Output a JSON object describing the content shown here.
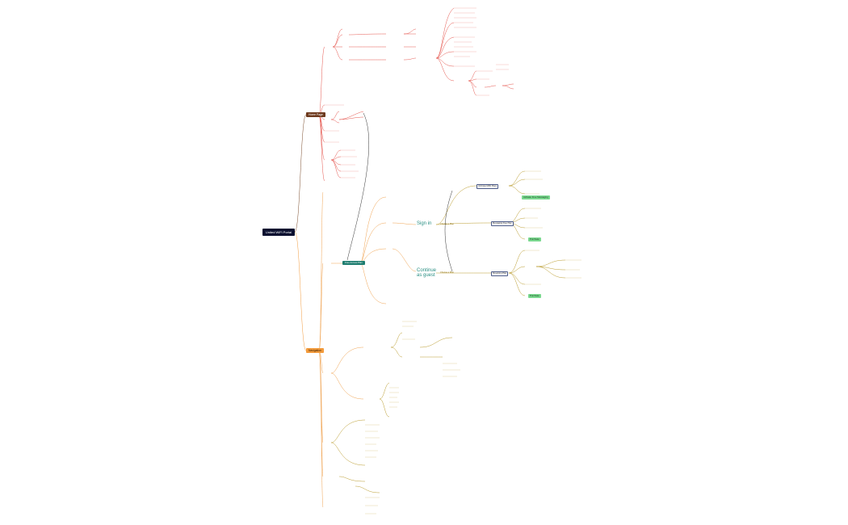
{
  "root": {
    "title": "United WiFi Portal"
  },
  "categories": {
    "first": "Home Page",
    "second": "Navigation"
  },
  "nodes": {
    "free_access": "Free Access Plan",
    "sign_in": "Sign in",
    "continue_guest_1": "Continue",
    "continue_guest_2": "as guest",
    "choose_plan_a": "Choose a Plan",
    "choose_plan_b": "Choose a Plan",
    "activate_free": "Activate Free Messaging",
    "purchase_a": "Purchase",
    "purchase_b": "Purchase",
    "unlimited_box": "Unlimited WiFi Plans",
    "messaging_box": "Messaging Free Plan",
    "streaming_box": "Streaming Plan"
  },
  "colors": {
    "root": "#0b1030",
    "home": "#6e3a1e",
    "navigation": "#f39b3c",
    "branch_red": "#e5534b",
    "branch_orange": "#f0a24f",
    "branch_olive": "#b99a2a",
    "accent_teal": "#2a8f83",
    "success_green": "#7bd88f"
  }
}
